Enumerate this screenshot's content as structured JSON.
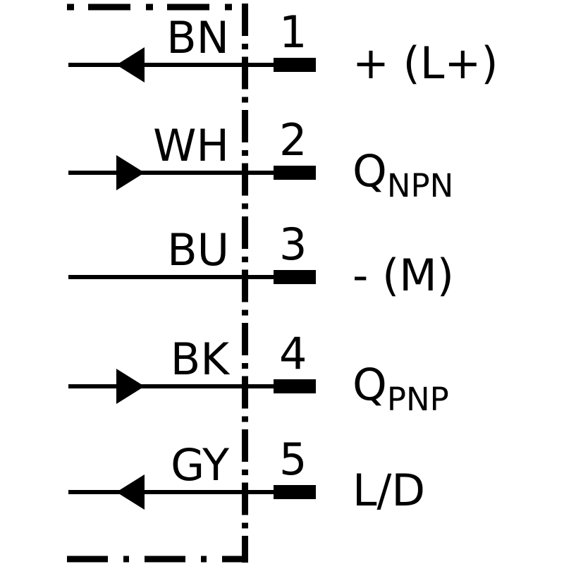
{
  "diagram": {
    "kind": "sensor-wiring-connection-diagram",
    "colors": {
      "line": "#000000",
      "background": "#ffffff"
    },
    "outline": "dash-dot sensor boundary (top edge, right vertical edge, bottom edge)"
  },
  "rows": [
    {
      "color_code": "BN",
      "pin": "1",
      "signal": "+ (L+)",
      "signal_sub": "",
      "arrow": "left"
    },
    {
      "color_code": "WH",
      "pin": "2",
      "signal": "Q",
      "signal_sub": "NPN",
      "arrow": "right"
    },
    {
      "color_code": "BU",
      "pin": "3",
      "signal": "- (M)",
      "signal_sub": "",
      "arrow": "none"
    },
    {
      "color_code": "BK",
      "pin": "4",
      "signal": "Q",
      "signal_sub": "PNP",
      "arrow": "right"
    },
    {
      "color_code": "GY",
      "pin": "5",
      "signal": "L/D",
      "signal_sub": "",
      "arrow": "left"
    }
  ]
}
